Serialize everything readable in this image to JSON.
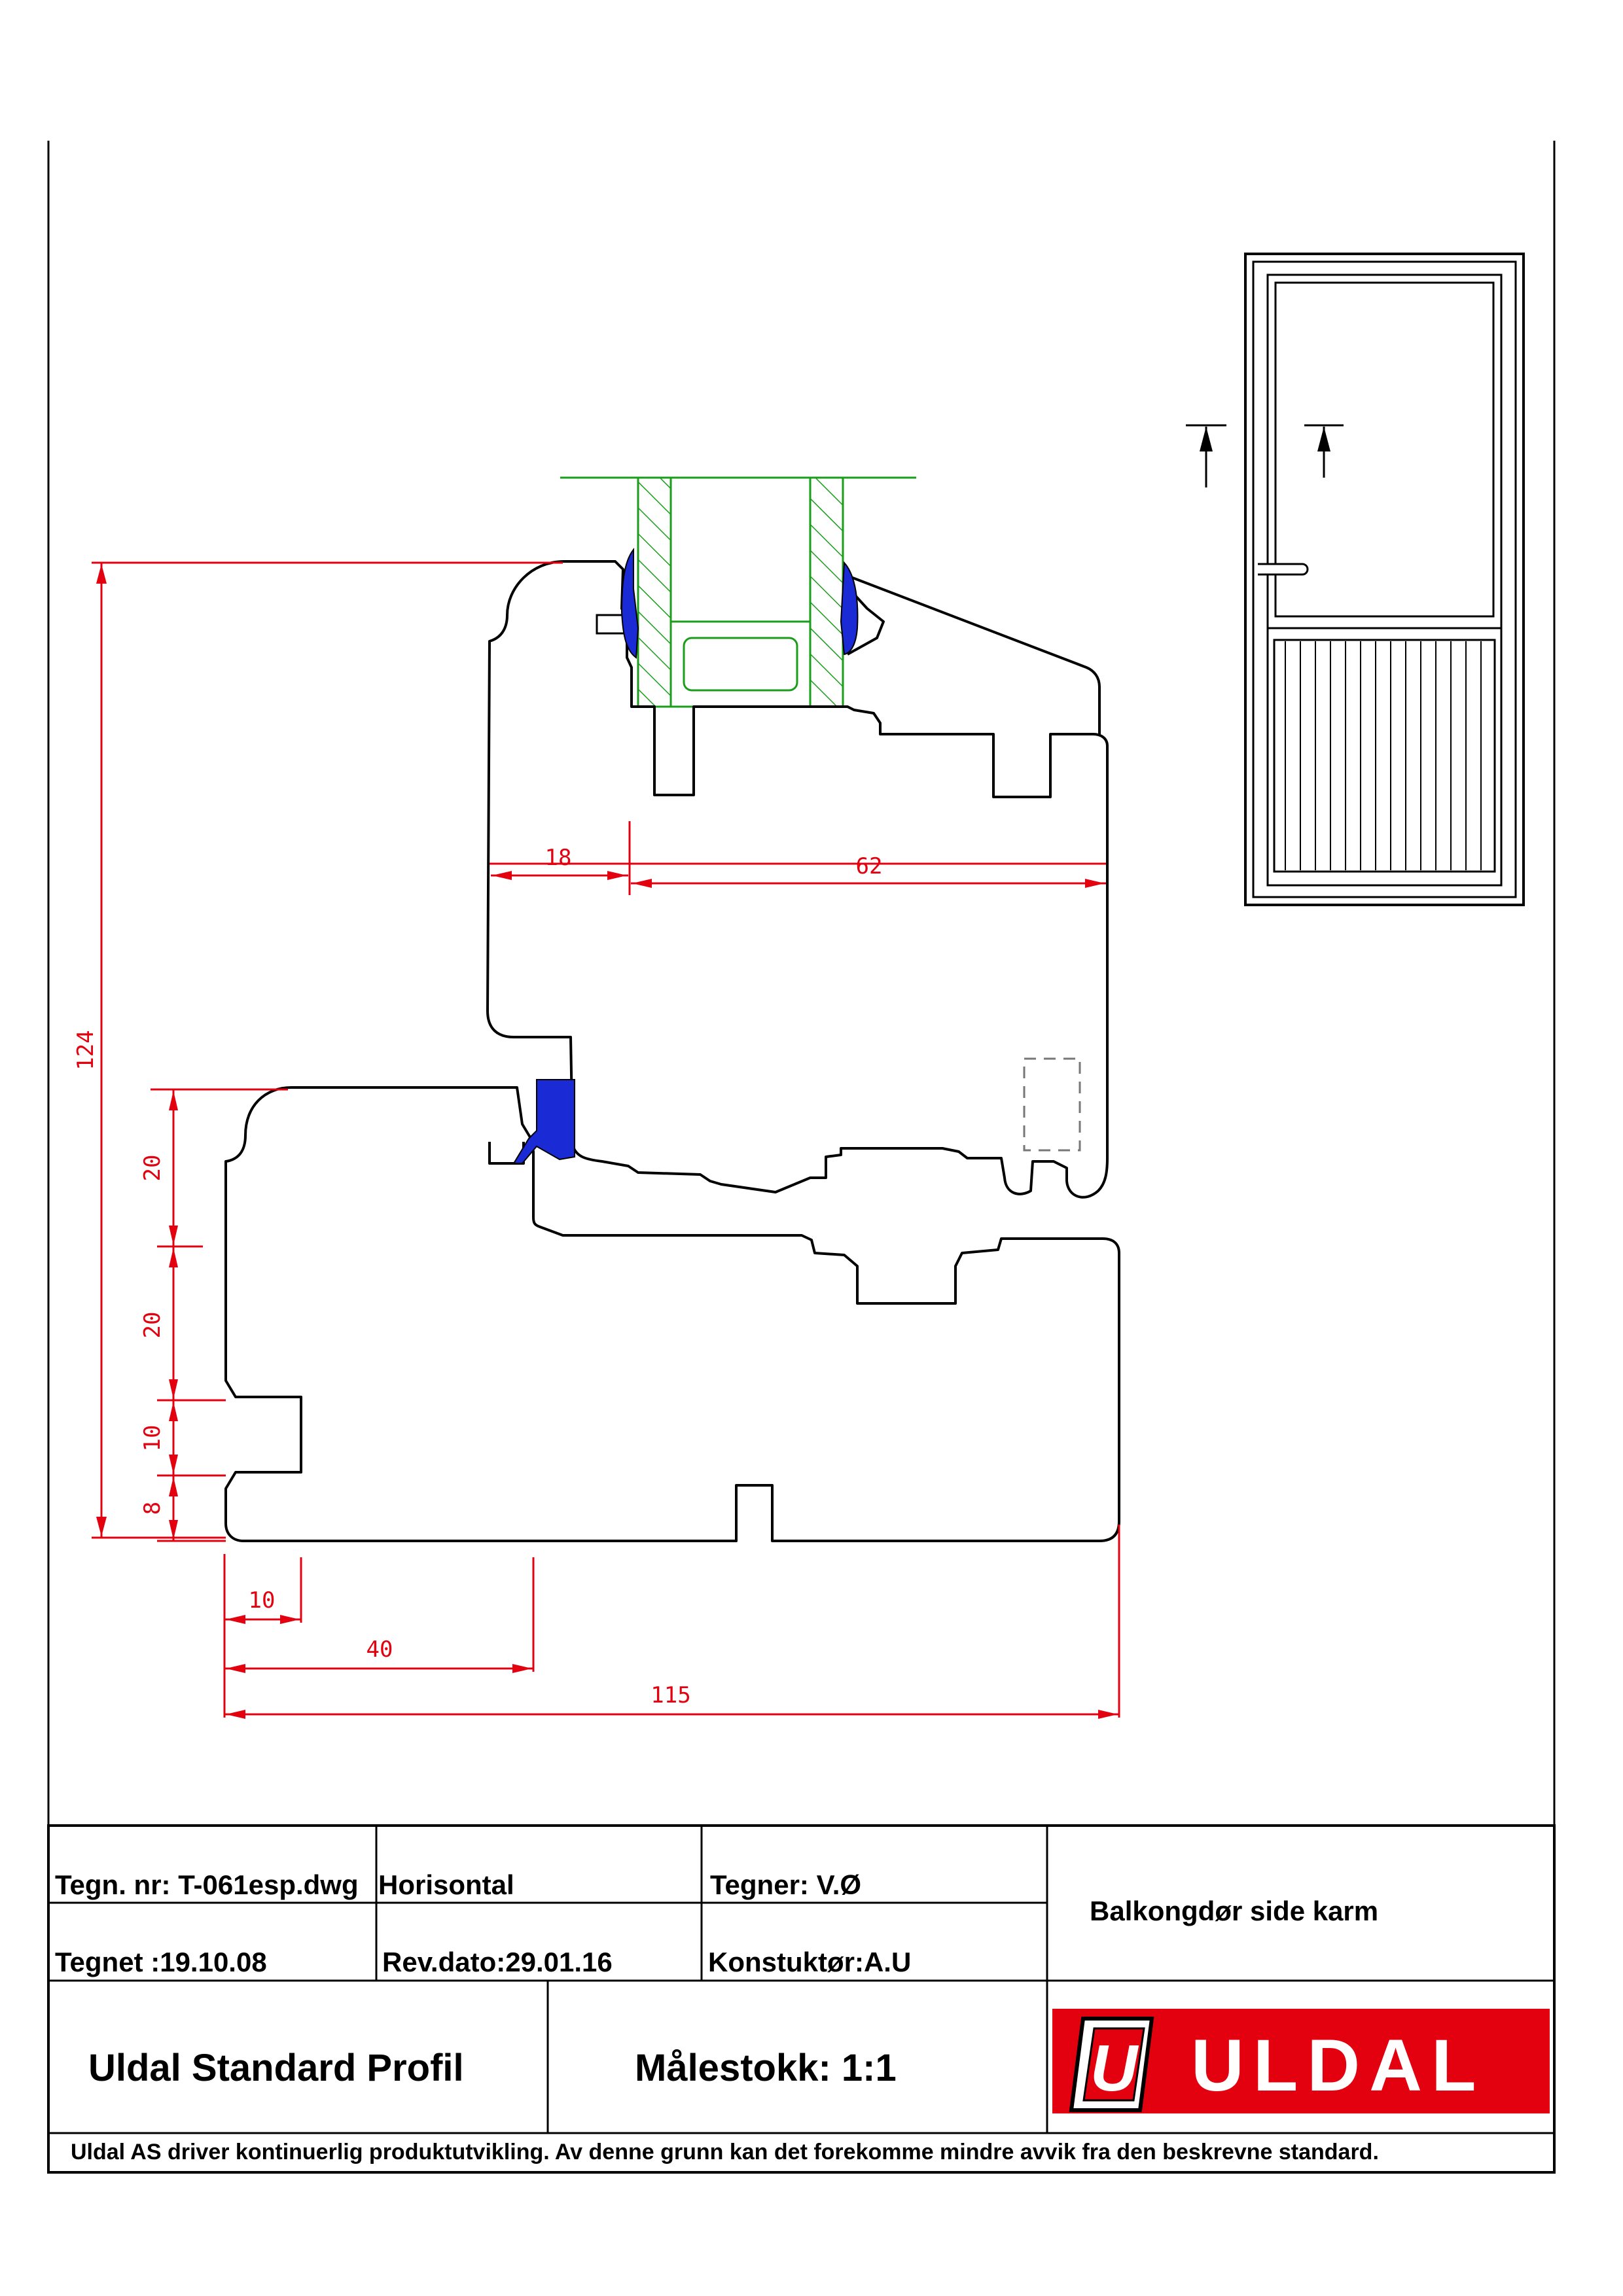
{
  "dimensions": {
    "d124": "124",
    "d18": "18",
    "d62": "62",
    "d20a": "20",
    "d20b": "20",
    "d10v": "10",
    "d8": "8",
    "d10h": "10",
    "d40": "40",
    "d115": "115"
  },
  "title_block": {
    "drawing_no": "Tegn. nr: T-061esp.dwg",
    "orientation": "Horisontal",
    "drawn_by": "Tegner: V.Ø",
    "product_name": "Balkongdør side karm",
    "drawn_date": "Tegnet :19.10.08",
    "rev_date": "Rev.dato:29.01.16",
    "constructor": "Konstuktør:A.U",
    "profile_name": "Uldal Standard Profil",
    "scale": "Målestokk: 1:1",
    "logo_text": "ULDAL",
    "logo_letter": "U",
    "disclaimer": "Uldal AS driver kontinuerlig produktutvikling. Av denne grunn kan det forekomme mindre avvik fra den beskrevne standard."
  },
  "colors": {
    "dimension": "#e3000f",
    "glass": "#1a9e1a",
    "gasket": "#1a2bd6",
    "logo": "#e3000f"
  }
}
